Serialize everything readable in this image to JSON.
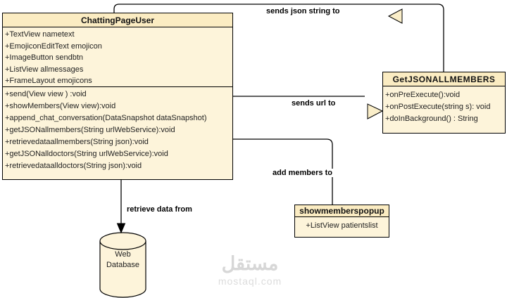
{
  "diagram": {
    "classes": {
      "chatting_page_user": {
        "title": "ChattingPageUser",
        "attributes": [
          "+TextView nametext",
          "+EmojiconEditText emojicon",
          "+ImageButton sendbtn",
          "+ListView allmessages",
          "+FrameLayout emojicons"
        ],
        "methods": [
          "+send(View view ) :void",
          "+showMembers(View view):void",
          "+append_chat_conversation(DataSnapshot dataSnapshot)",
          "+getJSONallmembers(String urlWebService):void",
          "+retrievedataallmembers(String json):void",
          "+getJSONalldoctors(String urlWebService):void",
          "+retrievedataalldoctors(String json):void"
        ]
      },
      "get_json_all_members": {
        "title": "GetJSONALLMEMBERS",
        "methods": [
          "+onPreExecute():void",
          "+onPostExecute(string s): void",
          "+doInBackground() : String"
        ]
      },
      "showmemberspopup": {
        "title": "showmemberspopup",
        "attributes": [
          "+ListView patientslist"
        ]
      }
    },
    "database": {
      "line1": "Web",
      "line2": "Database"
    },
    "edges": {
      "sends_json": "sends json string to",
      "sends_url": "sends url to",
      "add_members": "add members to",
      "retrieve_data": "retrieve data from"
    },
    "colors": {
      "title_fill": "#fbecc2",
      "body_fill": "#fdf4da",
      "arrow_fill": "#faeec9",
      "stroke": "#000000"
    }
  },
  "watermark": {
    "arabic": "مستقل",
    "domain": "mostaql.com"
  }
}
